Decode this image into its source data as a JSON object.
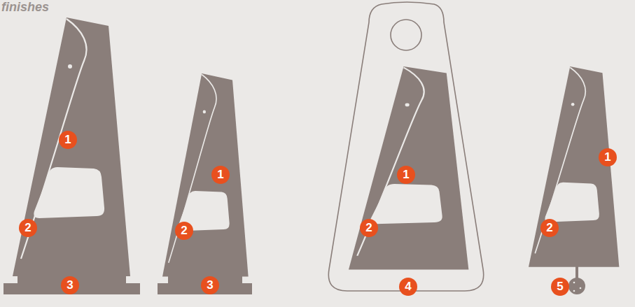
{
  "diagram": {
    "title": "finishes",
    "labels": [
      "1",
      "2",
      "3",
      "1",
      "2",
      "3",
      "1",
      "2",
      "4",
      "1",
      "2",
      "5"
    ]
  }
}
